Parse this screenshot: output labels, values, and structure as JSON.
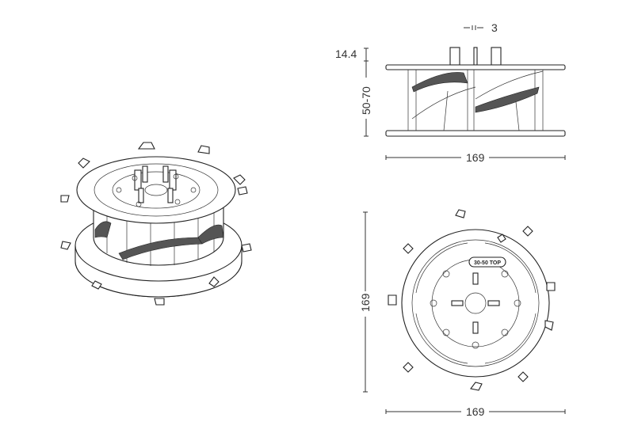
{
  "drawing": {
    "side_view": {
      "tab_gap_dim": "3",
      "head_height_dim": "14.4",
      "height_range_dim": "50-70",
      "width_dim": "169"
    },
    "top_view": {
      "height_dim": "169",
      "width_dim": "169",
      "label": "30-50 TOP"
    },
    "colors": {
      "line": "#222222",
      "background": "#ffffff"
    }
  }
}
